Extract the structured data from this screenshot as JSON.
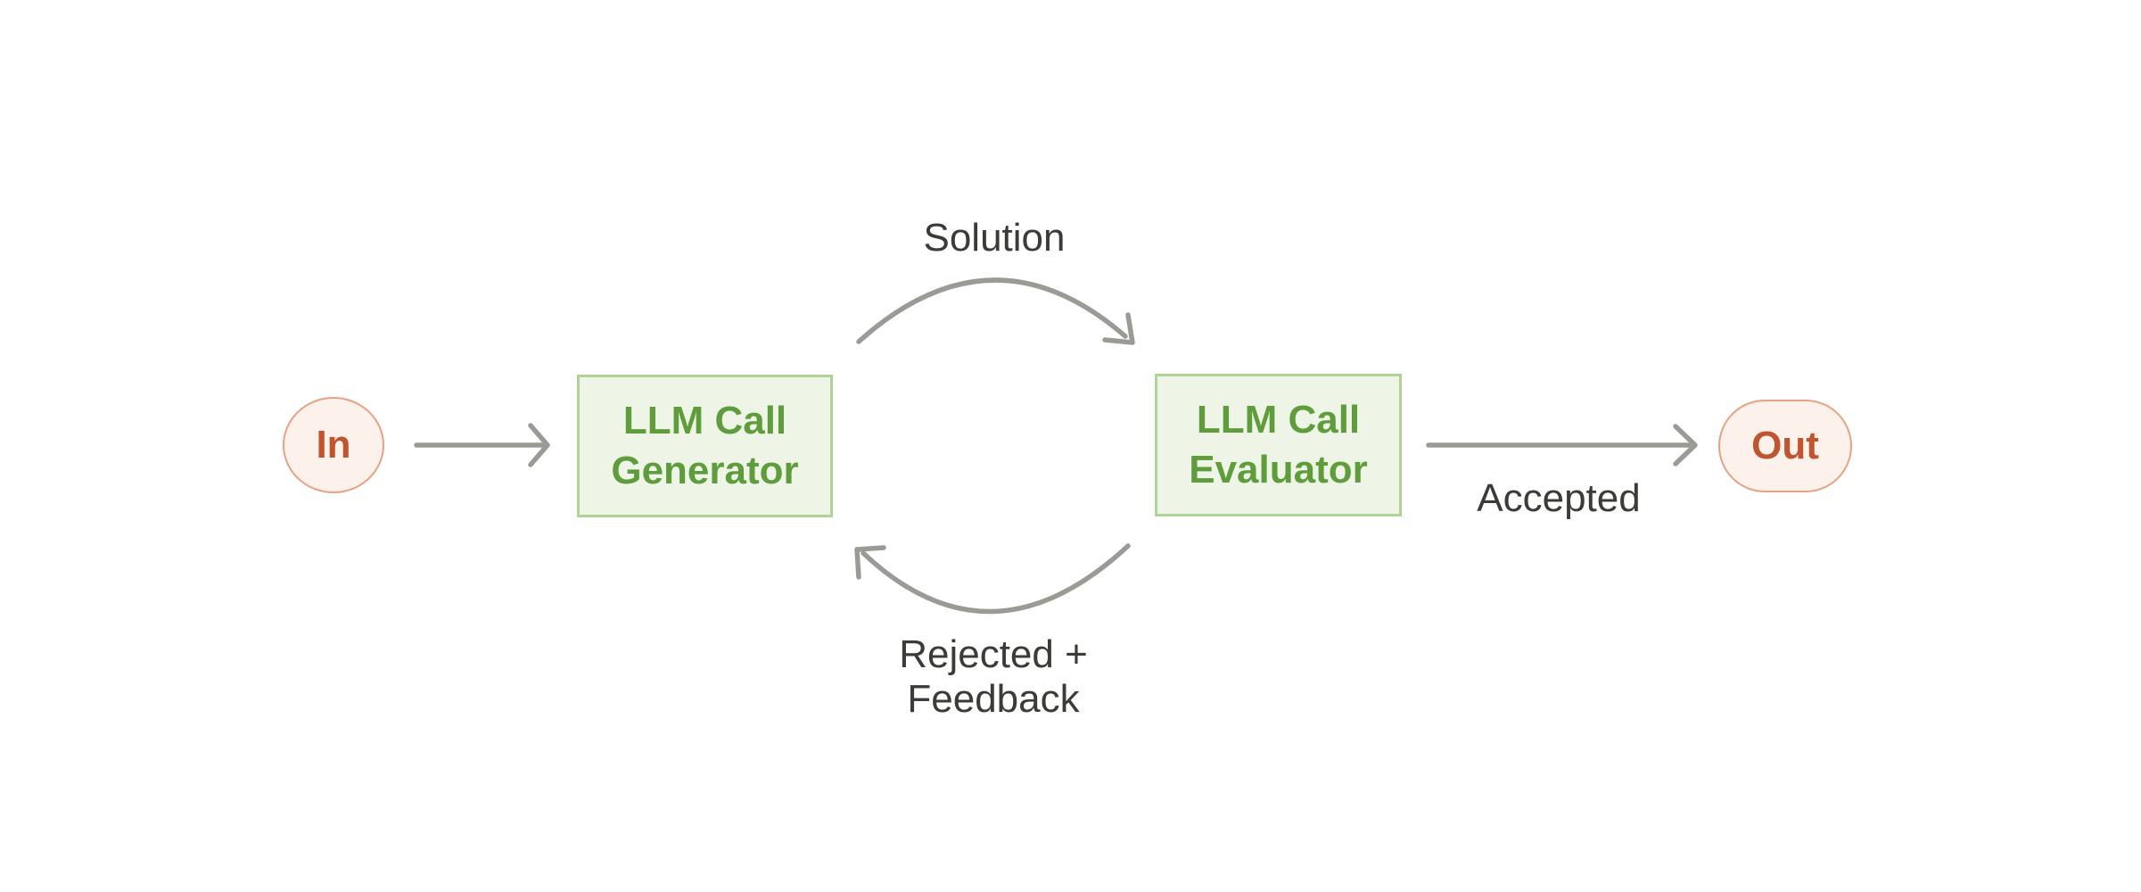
{
  "diagram": {
    "nodes": {
      "input": {
        "label": "In"
      },
      "generator": {
        "label_line1": "LLM Call",
        "label_line2": "Generator"
      },
      "evaluator": {
        "label_line1": "LLM Call",
        "label_line2": "Evaluator"
      },
      "output": {
        "label": "Out"
      }
    },
    "edges": {
      "solution": {
        "label": "Solution"
      },
      "accepted": {
        "label": "Accepted"
      },
      "rejected": {
        "label_line1": "Rejected +",
        "label_line2": "Feedback"
      }
    },
    "colors": {
      "background": "#ffffff",
      "node_green_fill": "#eef5e7",
      "node_green_border": "#b2d396",
      "node_green_text": "#5f9c3c",
      "terminal_fill": "#fdf1ec",
      "terminal_border": "#e9a183",
      "terminal_text": "#c0542e",
      "arrow": "#9b9b96",
      "label_text": "#3b3b38"
    }
  }
}
